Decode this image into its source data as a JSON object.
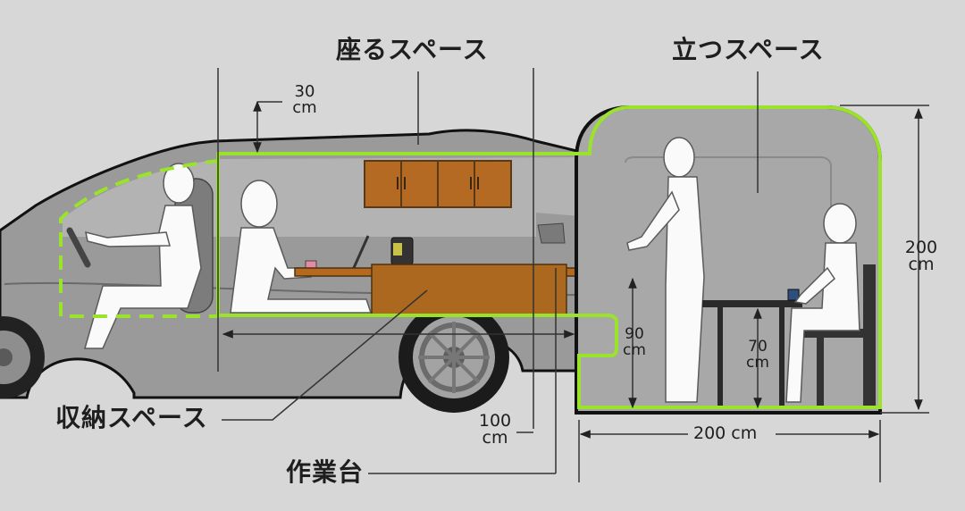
{
  "labels": {
    "sitting_space": "座るスペース",
    "standing_space": "立つスペース",
    "storage_space": "収納スペース",
    "workbench": "作業台"
  },
  "dimensions": {
    "headroom": {
      "value": "30",
      "unit": "cm"
    },
    "height": {
      "value": "200",
      "unit": "cm"
    },
    "bench": {
      "value": "100",
      "unit": "cm"
    },
    "counter": {
      "value": "90",
      "unit": "cm"
    },
    "table": {
      "value": "70",
      "unit": "cm"
    },
    "tent_width": "200 cm"
  },
  "colors": {
    "highlight": "#9be32b",
    "background": "#d7d7d7",
    "cabinet": "#b46a22",
    "car_body": "#999999"
  }
}
